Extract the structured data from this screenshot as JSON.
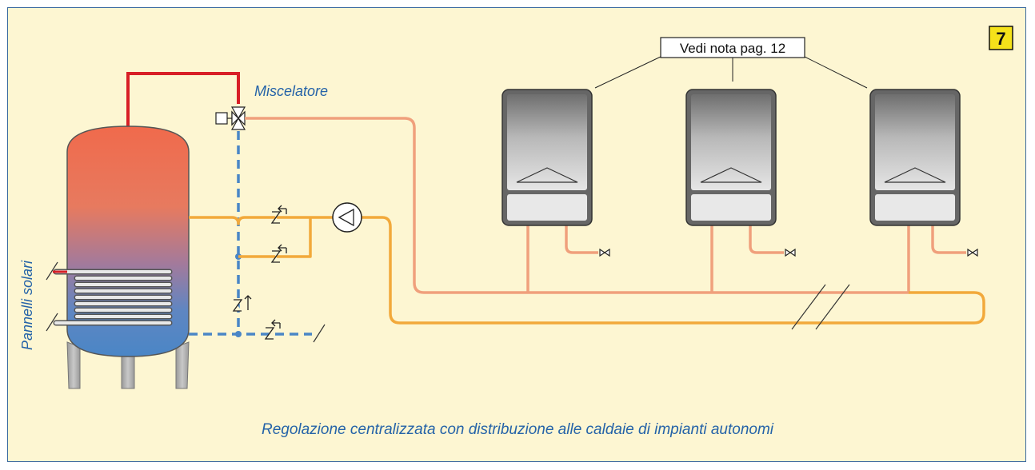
{
  "figure_number": "7",
  "labels": {
    "mixer": "Miscelatore",
    "solar_panels": "Pannelli solari",
    "note": "Vedi nota pag. 12"
  },
  "caption": "Regolazione centralizzata con distribuzione alle caldaie di impianti autonomi",
  "colors": {
    "background": "#fdf6d2",
    "frame": "#3b6aa0",
    "badge": "#f5e21a",
    "hot_supply": "#d81f26",
    "mixed_supply": "#f0a07c",
    "recirculation": "#f2a93b",
    "cold_water": "#4a86c6",
    "tank_top": "#f06a4c",
    "tank_bottom": "#4a86c6",
    "text_blue": "#2563a8"
  },
  "boilers": [
    {
      "id": "boiler-1"
    },
    {
      "id": "boiler-2"
    },
    {
      "id": "boiler-3"
    }
  ]
}
